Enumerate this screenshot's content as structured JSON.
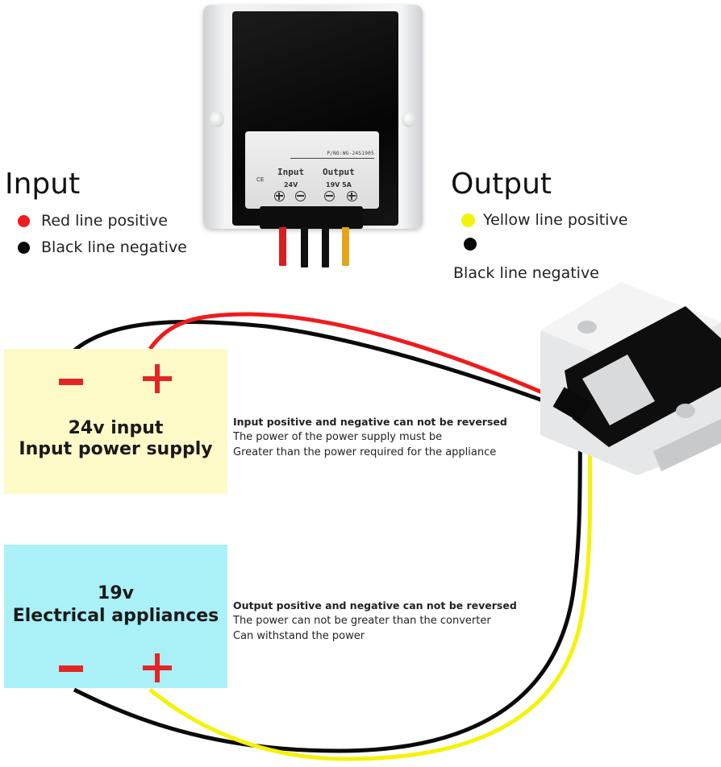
{
  "device_label": {
    "part_number": "P/NO:WG-24S1905",
    "input_label": "Input",
    "output_label": "Output",
    "input_voltage": "24V",
    "output_rating": "19V 5A",
    "certification": "CE",
    "terminals": [
      "plus",
      "minus",
      "minus",
      "plus"
    ]
  },
  "input_legend": {
    "heading": "Input",
    "items": [
      {
        "color": "#ee1c1c",
        "label": "Red line positive"
      },
      {
        "color": "#0a0a0a",
        "label": "Black line negative"
      }
    ]
  },
  "output_legend": {
    "heading": "Output",
    "items": [
      {
        "color": "#f5f20a",
        "label": "Yellow line positive"
      },
      {
        "color": "#0a0a0a",
        "label": "Black line negative"
      }
    ]
  },
  "input_box": {
    "line1": "24v input",
    "line2": "Input power supply",
    "minus": "-",
    "plus": "+",
    "background": "#fdfac8"
  },
  "output_box": {
    "line1": "19v",
    "line2": "Electrical appliances",
    "minus": "-",
    "plus": "+",
    "background": "#aaf0f7"
  },
  "input_note": {
    "title": "Input positive and negative can not be reversed",
    "line1": "The power of the power supply must be",
    "line2": "Greater than the power required for the appliance"
  },
  "output_note": {
    "title": "Output positive and negative can not be reversed",
    "line1": "The power can not be greater than the converter",
    "line2": "Can withstand the power"
  },
  "wire_colors": {
    "red": "#ee1c1c",
    "black": "#0a0a0a",
    "yellow": "#f5f20a"
  }
}
